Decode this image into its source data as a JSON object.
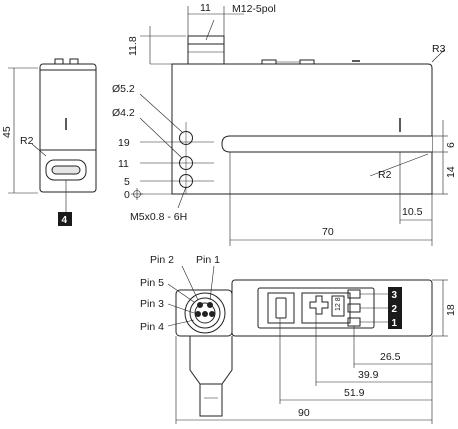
{
  "labels": {
    "connector": "M12-5pol",
    "conn_width": "11",
    "conn_height": "11.8",
    "radius_r3": "R3",
    "height_45": "45",
    "radius_r2_left": "R2",
    "dia_52": "Ø5.2",
    "dia_42": "Ø4.2",
    "y19": "19",
    "y11": "11",
    "y5": "5",
    "y0": "0",
    "thread": "M5x0.8 - 6H",
    "slot_6": "6",
    "slot_14": "14",
    "radius_r2_right": "R2",
    "dim_105": "10.5",
    "len_70": "70",
    "pin2": "Pin 2",
    "pin1": "Pin 1",
    "pin5": "Pin 5",
    "pin3": "Pin 3",
    "pin4": "Pin 4",
    "depth_18": "18",
    "dim_265": "26.5",
    "dim_399": "39.9",
    "dim_519": "51.9",
    "len_90": "90",
    "badge1": "1",
    "badge2": "2",
    "badge3": "3",
    "badge4": "4",
    "panel_text": "12 8"
  }
}
